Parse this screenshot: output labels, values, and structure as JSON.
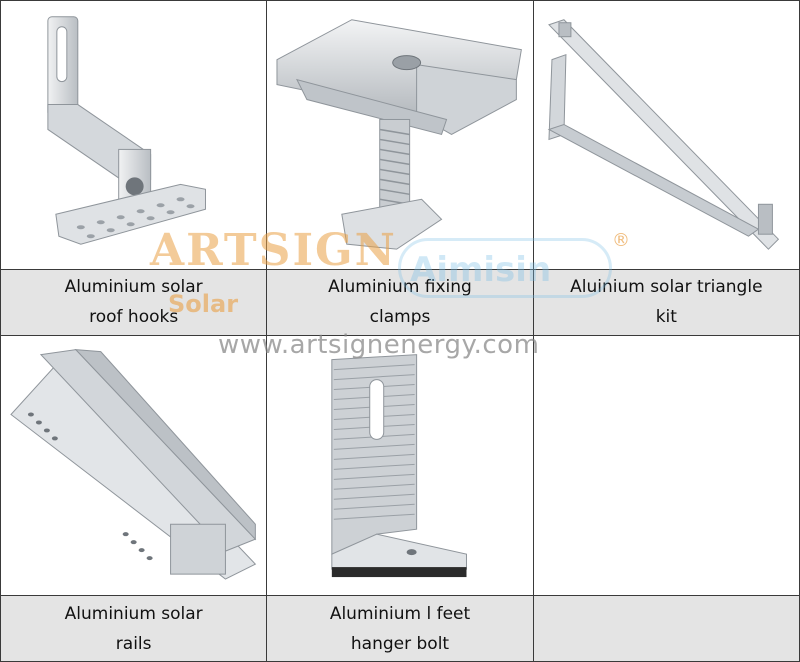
{
  "products": [
    {
      "caption_line1": "Aluminium solar",
      "caption_line2": "roof hooks",
      "icon": "roof-hook-icon"
    },
    {
      "caption_line1": "Aluminium fixing",
      "caption_line2": "clamps",
      "icon": "fixing-clamp-icon"
    },
    {
      "caption_line1": "Aluinium solar triangle",
      "caption_line2": "kit",
      "icon": "triangle-kit-icon"
    },
    {
      "caption_line1": "Aluminium solar",
      "caption_line2": "rails",
      "icon": "solar-rail-icon"
    },
    {
      "caption_line1": "Aluminium l feet",
      "caption_line2": "hanger bolt",
      "icon": "l-feet-icon"
    }
  ],
  "watermark": {
    "brand": "ARTSIGN",
    "sub": "Solar",
    "partner": "Aimisin",
    "registered": "®",
    "url": "www.artsignenergy.com"
  },
  "colors": {
    "metal_light": "#e6e8ea",
    "metal_mid": "#c5c9cd",
    "metal_dark": "#8f959b",
    "caption_bg": "#e4e4e4",
    "border": "#3a3a3a",
    "watermark_orange": "#e9a046",
    "watermark_blue": "#78bee6"
  }
}
